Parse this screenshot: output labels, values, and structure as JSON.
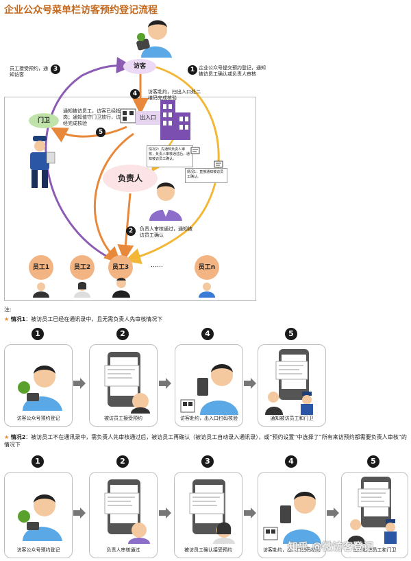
{
  "title": "企业公众号菜单栏访客预约登记流程",
  "diagram": {
    "visitor_label": "访客",
    "gate_label": "门卫",
    "entrance_label": "出入口",
    "leader_label": "负责人",
    "employees": [
      "员工1",
      "员工2",
      "员工3",
      "……",
      "员工n"
    ],
    "steps": [
      {
        "num": "1",
        "text": "企业公众号提交预约登记，通知被访员工确认或负责人审核"
      },
      {
        "num": "2",
        "text": "负责人审核通过，通知被访员工确认"
      },
      {
        "num": "3",
        "text": "员工接受预约，通知访客"
      },
      {
        "num": "4",
        "text": "访客赴约，扫出入口处二维码完成核验"
      },
      {
        "num": "5",
        "text": "通知被访员工，访客已经抵达门岗；通知值守门卫放行，访客已经完成核验"
      }
    ],
    "case2_bubble": "情况2：先通知负责人审核，负责人审核通过后，通知被访员工确认。",
    "case1_bubble": "情况1：直接通知被访员工确认。"
  },
  "notes": {
    "prefix": "注:",
    "case1_title": "情况1",
    "case1_desc": "：被访员工已经在通讯录中，且无需负责人先审核情况下",
    "case2_title": "情况2",
    "case2_desc": "：被访员工不在通讯录中，需负责人先审核通过后，被访员工再确认（被访员工自动录入通讯录），或“预约设置”中选择了“所有来访预约都需要负责人审核”的情况下"
  },
  "case1_cards": [
    {
      "num": "1",
      "caption": "访客公众号预约登记"
    },
    {
      "num": "2",
      "caption": "被访员工接受预约"
    },
    {
      "num": "4",
      "caption": "访客赴约，出入口扫码核验"
    },
    {
      "num": "5",
      "caption": "通知被访员工和门卫"
    }
  ],
  "case2_cards": [
    {
      "num": "1",
      "caption": "访客公众号预约登记"
    },
    {
      "num": "2",
      "caption": "负责人审核通过"
    },
    {
      "num": "3",
      "caption": "被访员工确认接受预约"
    },
    {
      "num": "4",
      "caption": "访客赴约，出入口扫码核验"
    },
    {
      "num": "5",
      "caption": "通知被访员工和门卫"
    }
  ],
  "watermark": "知乎 @微访客登记",
  "colors": {
    "orange": "#e8883a",
    "yellow": "#f2b736",
    "purple": "#8c5cb5",
    "green": "#5aa02c",
    "bubble_pink": "#fbe3e6",
    "employee": "#f3b483"
  }
}
